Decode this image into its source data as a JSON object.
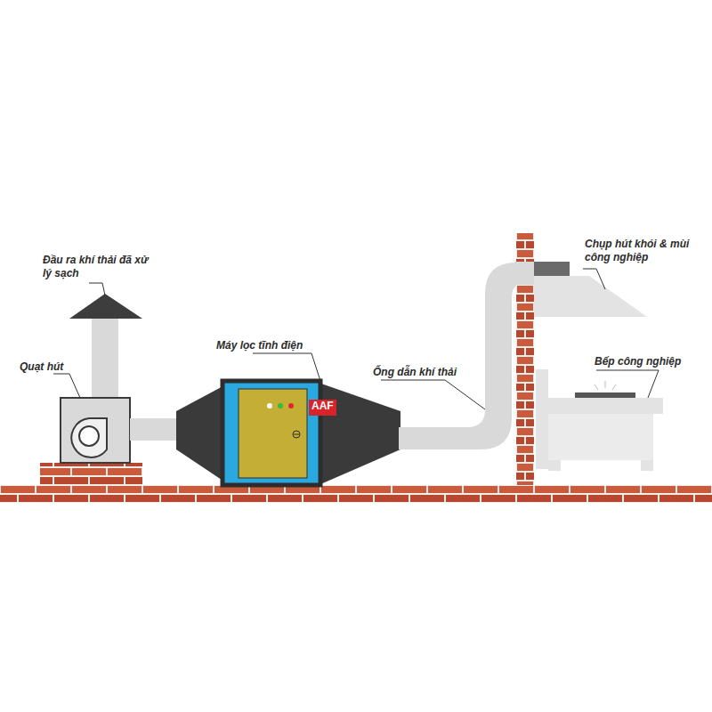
{
  "diagram": {
    "labels": [
      "Đầu ra khí thải đã xử lý sạch",
      "Quạt hút",
      "Máy lọc tĩnh điện",
      "AAF",
      "Ống dẫn khí thải",
      "Chụp hút khói & mùi công nghiệp",
      "Bếp công nghiệp"
    ]
  }
}
